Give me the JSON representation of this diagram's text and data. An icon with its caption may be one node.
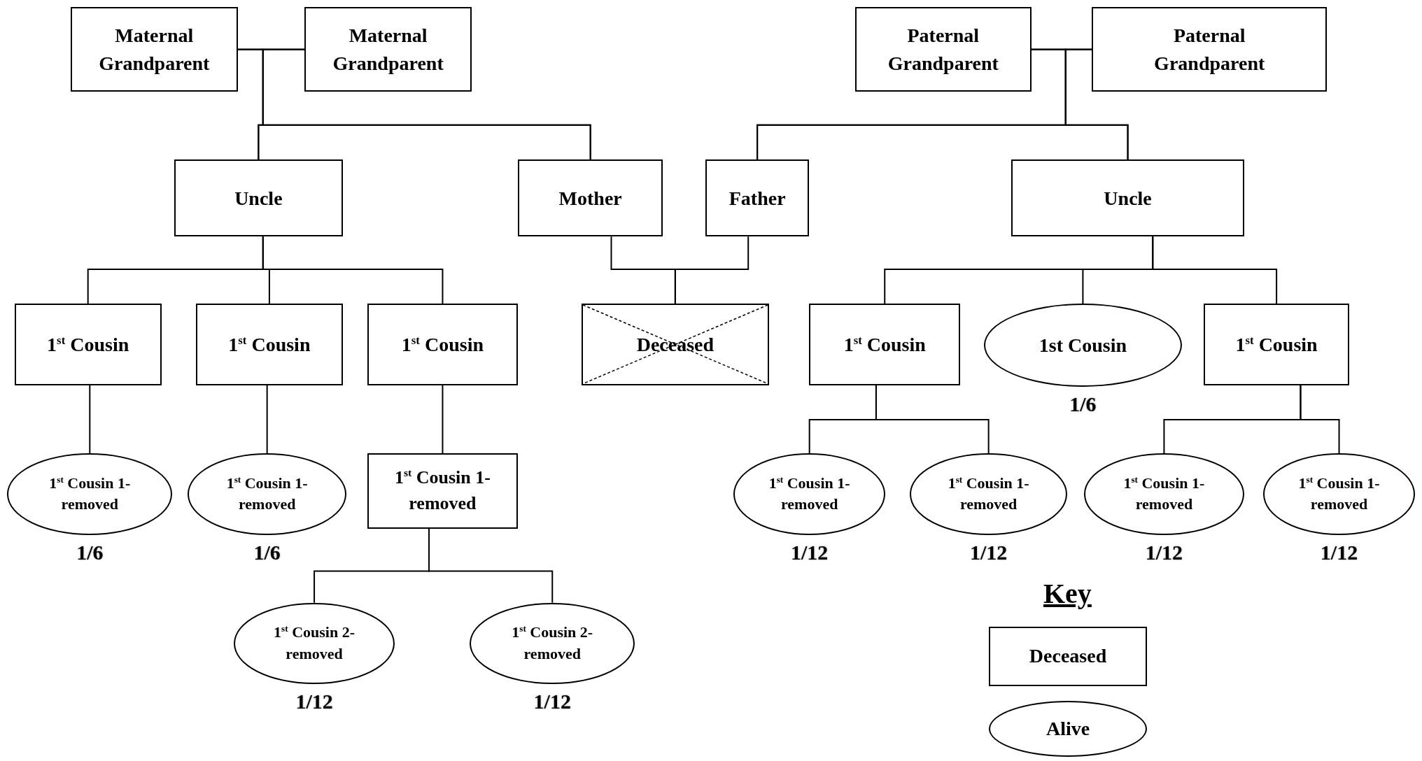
{
  "diagram": {
    "nodes": [
      {
        "text": [
          "Maternal Grandparent"
        ]
      },
      {
        "text": [
          "Maternal Grandparent"
        ]
      },
      {
        "text": [
          "Paternal Grandparent"
        ]
      },
      {
        "text": [
          "Paternal Grandparent"
        ]
      },
      {
        "text": [
          "Uncle"
        ]
      },
      {
        "text": [
          "Mother"
        ]
      },
      {
        "text": [
          "Father"
        ]
      },
      {
        "text": [
          "Uncle"
        ]
      },
      {
        "text": [
          "1$^{st}$ Cousin"
        ]
      },
      {
        "text": [
          "1$^{st}$ Cousin"
        ]
      },
      {
        "text": [
          "1$^{st}$ Cousin"
        ]
      },
      {
        "text": [
          "Deceased"
        ]
      },
      {
        "text": [
          "1$^{st}$ Cousin"
        ]
      },
      {
        "text": [
          "1st Cousin"
        ],
        "beside": [
          "1/6"
        ]
      },
      {
        "text": [
          "1$^{st}$ Cousin"
        ]
      },
      {
        "text": [
          "1$^{st}$ Cousin 1-removed"
        ],
        "beside": [
          "1/6"
        ]
      },
      {
        "text": [
          "1$^{st}$ Cousin 1-removed"
        ],
        "beside": [
          "1/6"
        ]
      },
      {
        "text": [
          "1$^{st}$ Cousin 1-removed"
        ]
      },
      {
        "text": [
          "1$^{st}$ Cousin 1-removed"
        ],
        "beside": [
          "1/12"
        ]
      },
      {
        "text": [
          "1$^{st}$ Cousin 1-removed"
        ],
        "beside": [
          "1/12"
        ]
      },
      {
        "text": [
          "1$^{st}$ Cousin 1-removed"
        ],
        "beside": [
          "1/12"
        ]
      },
      {
        "text": [
          "1$^{st}$ Cousin 1-removed"
        ],
        "beside": [
          "1/12"
        ]
      },
      {
        "text": [
          "1$^{st}$ Cousin 2-removed"
        ],
        "beside": [
          "1/12"
        ]
      },
      {
        "text": [
          "1$^{st}$ Cousin 2-removed"
        ],
        "beside": [
          "1/12"
        ]
      }
    ],
    "edges": [
      {
        "from": 0,
        "to": 1,
        "arrow": "none"
      },
      {
        "from": 0,
        "to": 4,
        "arrow": "none"
      },
      {
        "from": 1,
        "to": 4,
        "arrow": "none"
      },
      {
        "from": 0,
        "to": 5,
        "arrow": "none"
      },
      {
        "from": 1,
        "to": 5,
        "arrow": "none"
      },
      {
        "from": 2,
        "to": 3,
        "arrow": "none"
      },
      {
        "from": 2,
        "to": 6,
        "arrow": "none"
      },
      {
        "from": 3,
        "to": 6,
        "arrow": "none"
      },
      {
        "from": 2,
        "to": 7,
        "arrow": "none"
      },
      {
        "from": 3,
        "to": 7,
        "arrow": "none"
      },
      {
        "from": 5,
        "to": 11,
        "arrow": "none"
      },
      {
        "from": 6,
        "to": 11,
        "arrow": "none"
      },
      {
        "from": 4,
        "to": 8,
        "arrow": "none"
      },
      {
        "from": 4,
        "to": 9,
        "arrow": "none"
      },
      {
        "from": 4,
        "to": 10,
        "arrow": "none"
      },
      {
        "from": 7,
        "to": 12,
        "arrow": "none"
      },
      {
        "from": 7,
        "to": 13,
        "arrow": "none"
      },
      {
        "from": 7,
        "to": 14,
        "arrow": "none"
      },
      {
        "from": 8,
        "to": 15,
        "arrow": "none"
      },
      {
        "from": 9,
        "to": 16,
        "arrow": "none"
      },
      {
        "from": 10,
        "to": 17,
        "arrow": "none"
      },
      {
        "from": 17,
        "to": 22,
        "arrow": "none"
      },
      {
        "from": 17,
        "to": 23,
        "arrow": "none"
      },
      {
        "from": 12,
        "to": 18,
        "arrow": "none"
      },
      {
        "from": 12,
        "to": 19,
        "arrow": "none"
      },
      {
        "from": 14,
        "to": 20,
        "arrow": "none"
      },
      {
        "from": 14,
        "to": 21,
        "arrow": "none"
      }
    ],
    "labels": [
      "Key"
    ],
    "legend": [
      {
        "text": "Deceased"
      },
      {
        "text": "Alive"
      }
    ]
  }
}
